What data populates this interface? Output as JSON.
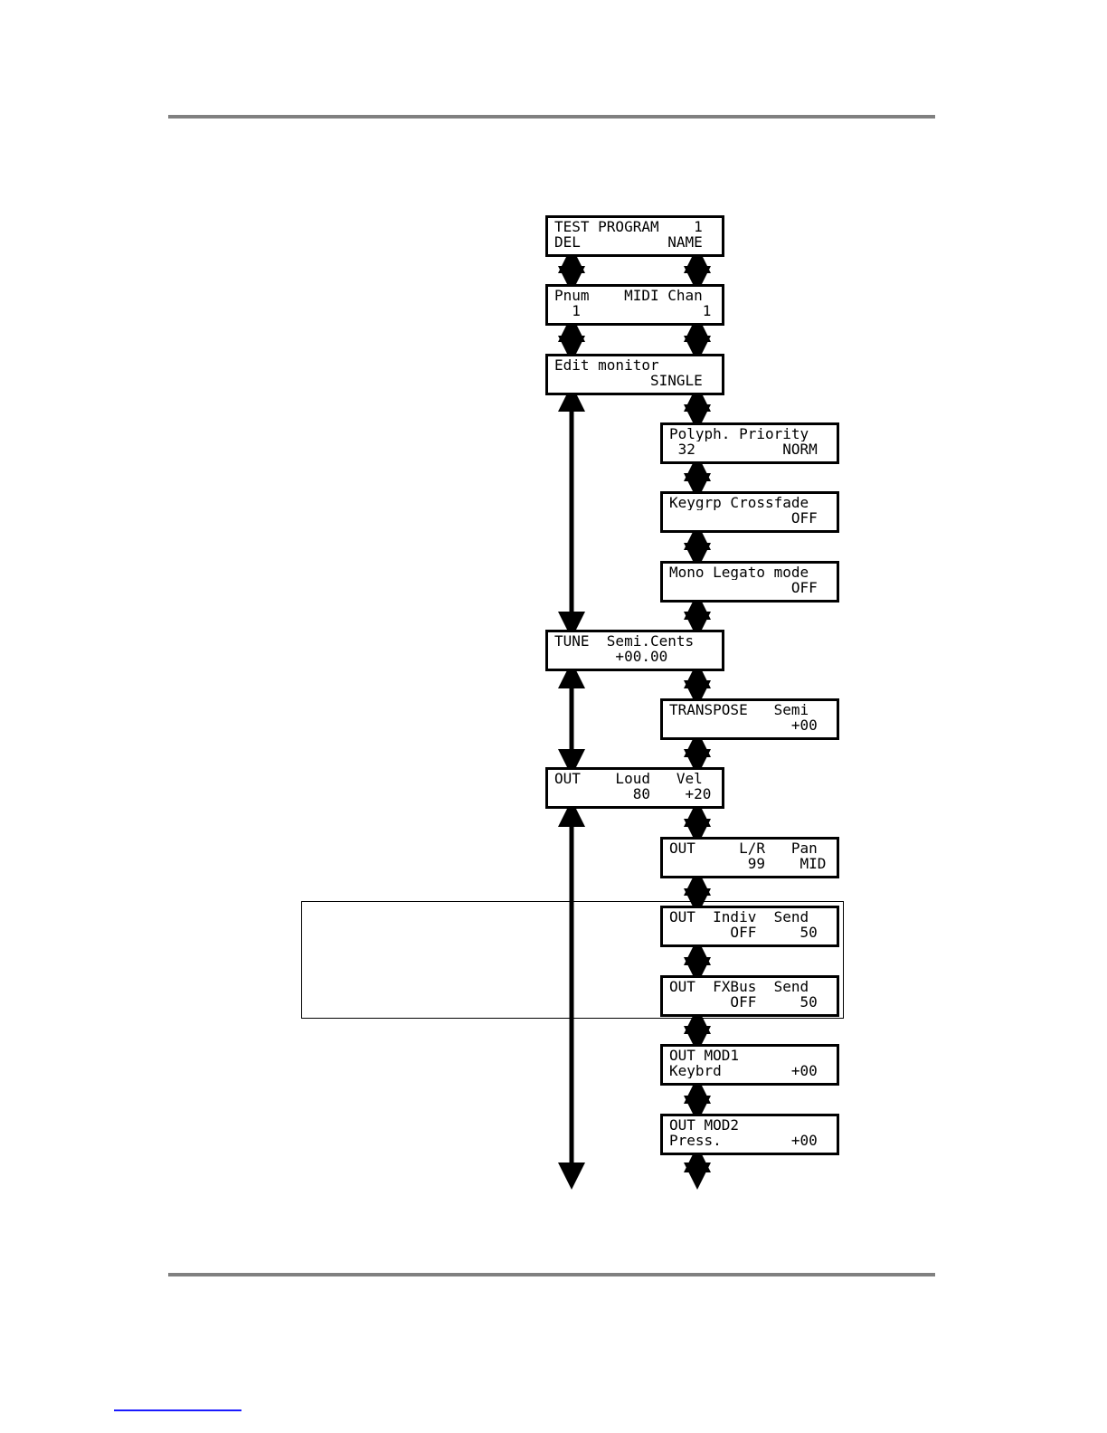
{
  "screens": [
    {
      "id": "test-program",
      "line1": "TEST PROGRAM    1",
      "line2": "DEL          NAME"
    },
    {
      "id": "pnum-midi",
      "line1": "Pnum    MIDI Chan",
      "line2": "  1              1"
    },
    {
      "id": "edit-monitor",
      "line1": "Edit monitor",
      "line2": "           SINGLE"
    },
    {
      "id": "polyph-priority",
      "line1": "Polyph. Priority",
      "line2": " 32          NORM"
    },
    {
      "id": "keygrp-crossfade",
      "line1": "Keygrp Crossfade",
      "line2": "              OFF"
    },
    {
      "id": "mono-legato",
      "line1": "Mono Legato mode",
      "line2": "              OFF"
    },
    {
      "id": "tune",
      "line1": "TUNE  Semi.Cents",
      "line2": "       +00.00"
    },
    {
      "id": "transpose",
      "line1": "TRANSPOSE   Semi",
      "line2": "              +00"
    },
    {
      "id": "out-loud",
      "line1": "OUT    Loud   Vel",
      "line2": "         80    +20"
    },
    {
      "id": "out-pan",
      "line1": "OUT     L/R   Pan",
      "line2": "         99    MID"
    },
    {
      "id": "out-indiv",
      "line1": "OUT  Indiv  Send",
      "line2": "       OFF     50"
    },
    {
      "id": "out-fxbus",
      "line1": "OUT  FXBus  Send",
      "line2": "       OFF     50"
    },
    {
      "id": "out-mod1",
      "line1": "OUT MOD1",
      "line2": "Keybrd        +00"
    },
    {
      "id": "out-mod2",
      "line1": "OUT MOD2",
      "line2": "Press.        +00"
    }
  ]
}
